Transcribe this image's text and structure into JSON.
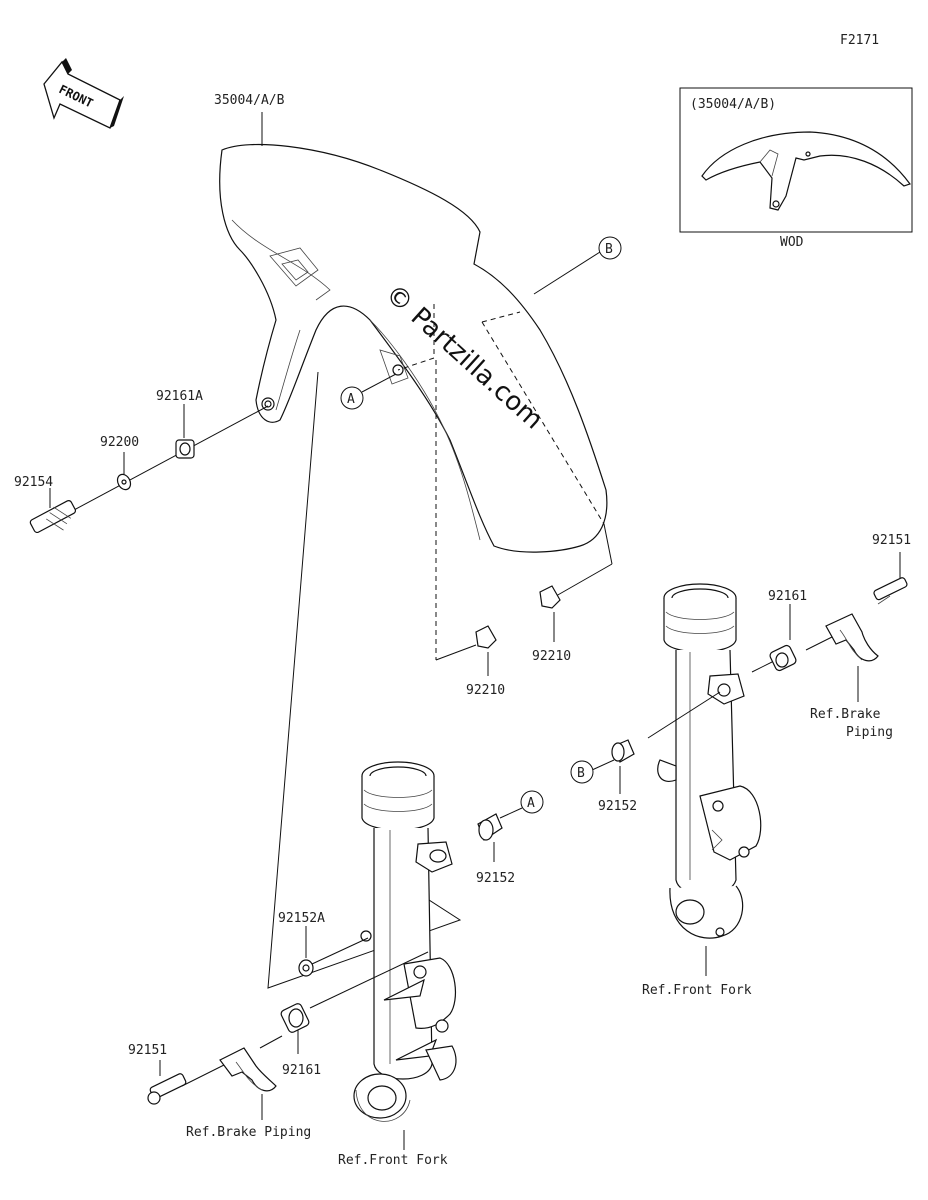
{
  "figure_id": "F2171",
  "front_label": "FRONT",
  "inset": {
    "title": "(35004/A/B)",
    "caption": "WOD"
  },
  "watermark": "© Partzilla.com",
  "callouts": {
    "a": "A",
    "b": "B"
  },
  "parts": {
    "fender": "35004/A/B",
    "collar_92161A": "92161A",
    "washer_92200": "92200",
    "bolt_92154": "92154",
    "nut_92210_left": "92210",
    "nut_92210_right": "92210",
    "bolt_92151_right": "92151",
    "collar_92161_right": "92161",
    "bolt_92152_right": "92152",
    "bolt_92152_left": "92152",
    "bolt_92152A": "92152A",
    "collar_92161_left": "92161",
    "bolt_92151_left": "92151"
  },
  "refs": {
    "brake_piping_right_line1": "Ref.Brake",
    "brake_piping_right_line2": "Piping",
    "front_fork_right": "Ref.Front Fork",
    "front_fork_left": "Ref.Front Fork",
    "brake_piping_left": "Ref.Brake Piping"
  }
}
